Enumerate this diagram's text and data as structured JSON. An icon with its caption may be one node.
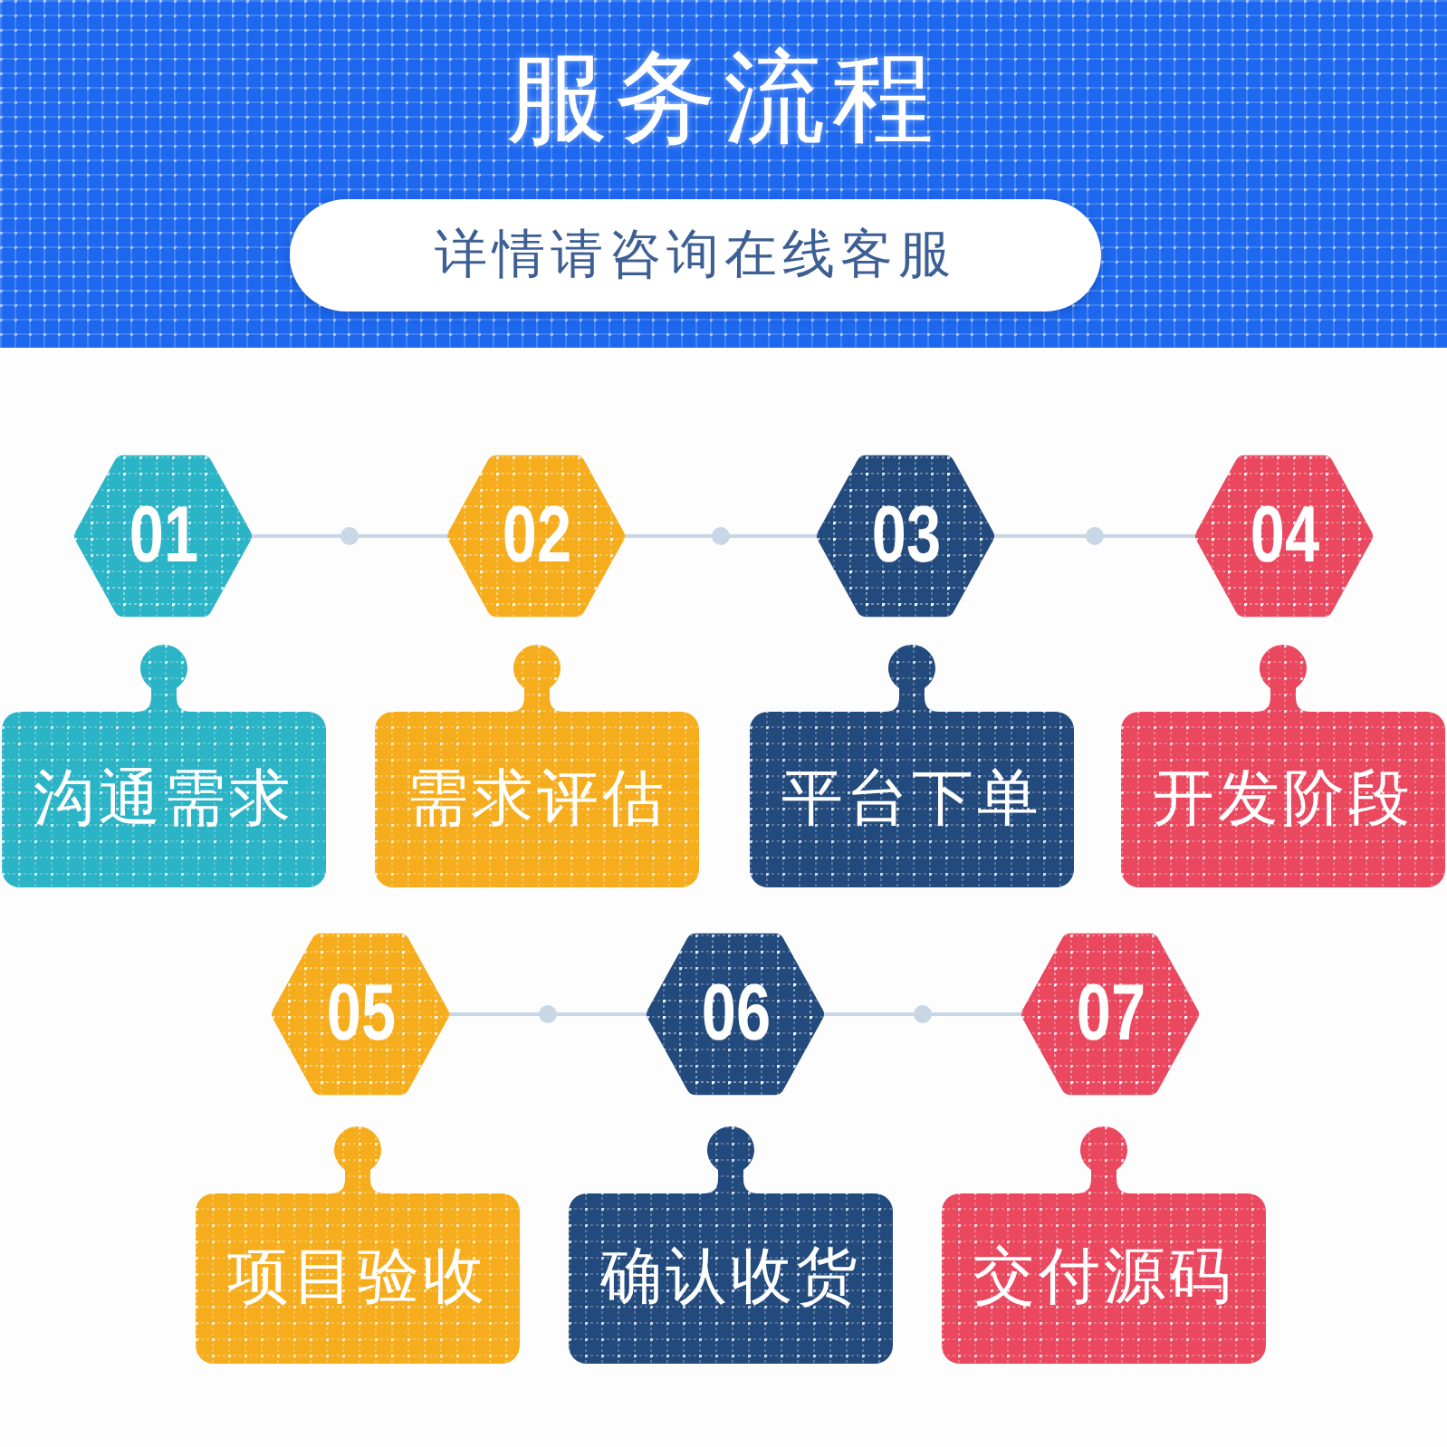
{
  "diagram": {
    "title": "服务流程",
    "nodes": [
      {
        "text": [
          "详情请咨询在线客服"
        ]
      },
      {
        "text": [
          "01"
        ]
      },
      {
        "text": [
          "02"
        ]
      },
      {
        "text": [
          "03"
        ]
      },
      {
        "text": [
          "04"
        ]
      },
      {
        "text": [
          "沟通需求"
        ]
      },
      {
        "text": [
          "需求评估"
        ]
      },
      {
        "text": [
          "平台下单"
        ]
      },
      {
        "text": [
          "开发阶段"
        ]
      },
      {
        "text": [
          "05"
        ]
      },
      {
        "text": [
          "06"
        ]
      },
      {
        "text": [
          "07"
        ]
      },
      {
        "text": [
          "项目验收"
        ]
      },
      {
        "text": [
          "确认收货"
        ]
      },
      {
        "text": [
          "交付源码"
        ]
      }
    ],
    "edges": [
      {
        "from": 1,
        "to": 2,
        "arrow": "none"
      },
      {
        "from": 2,
        "to": 3,
        "arrow": "none"
      },
      {
        "from": 3,
        "to": 4,
        "arrow": "none"
      },
      {
        "from": 9,
        "to": 10,
        "arrow": "none"
      },
      {
        "from": 10,
        "to": 11,
        "arrow": "none"
      }
    ]
  }
}
